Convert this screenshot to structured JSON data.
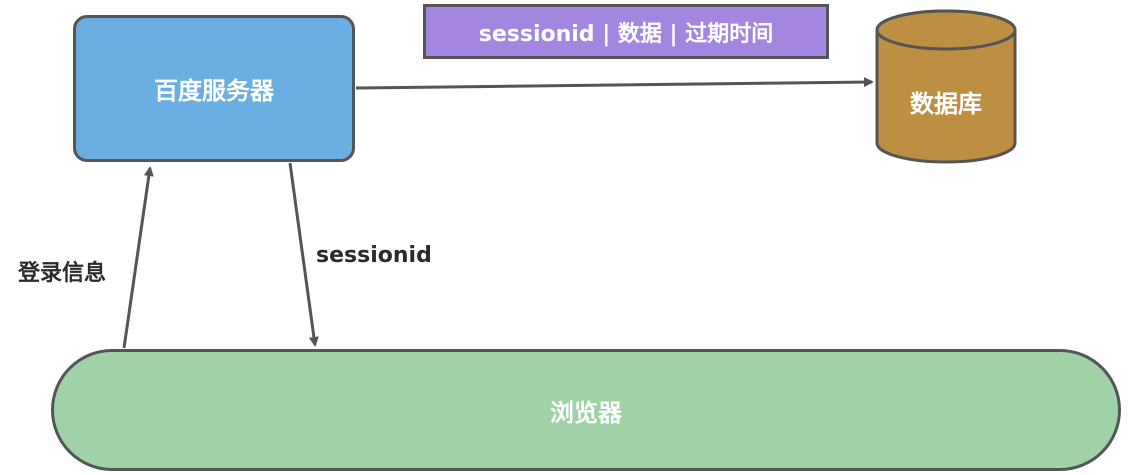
{
  "nodes": {
    "server": "百度服务器",
    "browser": "浏览器",
    "database": "数据库",
    "record": "sessionid | 数据 | 过期时间"
  },
  "edges": {
    "login": "登录信息",
    "session": "sessionid"
  },
  "colors": {
    "server_fill": "#6aaee2",
    "browser_fill": "#9fd3a7",
    "database_fill": "#bd8f43",
    "record_fill": "#a486e0",
    "stroke": "#555555"
  }
}
